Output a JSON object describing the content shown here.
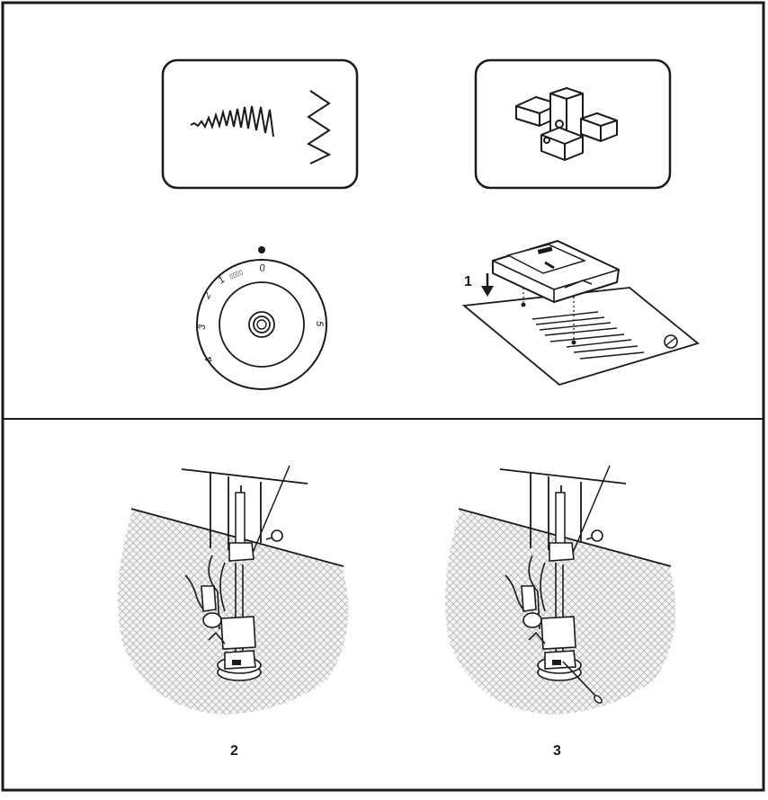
{
  "dial": {
    "numbers": [
      "0",
      "1",
      "2",
      "3",
      "4",
      "5"
    ],
    "buttonhole_symbol": "▯▯▯▯"
  },
  "steps": {
    "step1_label": "1",
    "step2_label": "2",
    "step3_label": "3"
  },
  "icons": [
    "stitch-pattern-icon",
    "presser-foot-icon",
    "stitch-dial-icon",
    "plate-attach-icon"
  ],
  "colors": {
    "line": "#1a1a1a",
    "fabric": "#c8c8c8",
    "background": "#ffffff"
  }
}
